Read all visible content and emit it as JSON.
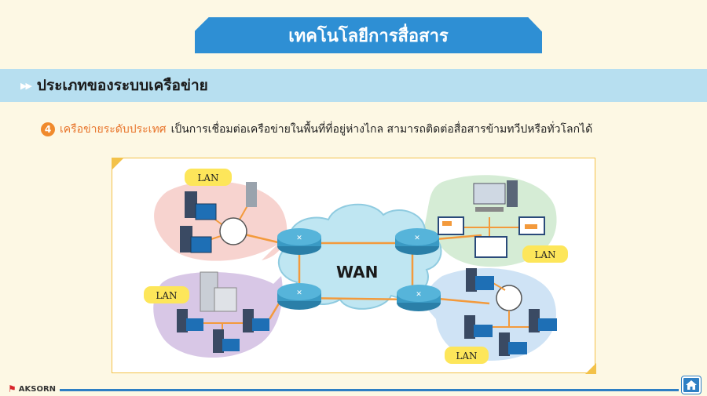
{
  "slide": {
    "title": "เทคโนโลยีการสื่อสาร",
    "section_title": "ประเภทของระบบเครือข่าย",
    "item_number": "4",
    "keyword": "เครือข่ายระดับประเทศ",
    "description": "เป็นการเชื่อมต่อเครือข่ายในพื้นที่ที่อยู่ห่างไกล สามารถติดต่อสื่อสารข้ามทวีปหรือทั่วโลกได้"
  },
  "diagram": {
    "center_label": "WAN",
    "lan_labels": [
      "LAN",
      "LAN",
      "LAN",
      "LAN"
    ]
  },
  "footer": {
    "logo_text": "AKSORN"
  },
  "colors": {
    "title_blue": "#2e8fd4",
    "section_bg": "#b7dff0",
    "accent_orange": "#e8742a",
    "lan_tag": "#fde65a"
  },
  "icons": [
    "play-arrows-icon",
    "router-icon",
    "server-icon",
    "monitor-icon",
    "hub-icon",
    "home-icon"
  ]
}
